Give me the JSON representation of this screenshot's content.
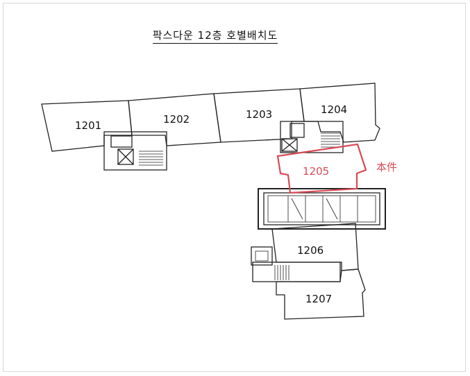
{
  "title": "팍스다운 12층 호별배치도",
  "units": [
    {
      "id": "1201",
      "label": "1201"
    },
    {
      "id": "1202",
      "label": "1202"
    },
    {
      "id": "1203",
      "label": "1203"
    },
    {
      "id": "1204",
      "label": "1204"
    },
    {
      "id": "1205",
      "label": "1205"
    },
    {
      "id": "1206",
      "label": "1206"
    },
    {
      "id": "1207",
      "label": "1207"
    }
  ],
  "highlight": {
    "unit": "1205",
    "note": "本件",
    "color": "#d84a55"
  }
}
